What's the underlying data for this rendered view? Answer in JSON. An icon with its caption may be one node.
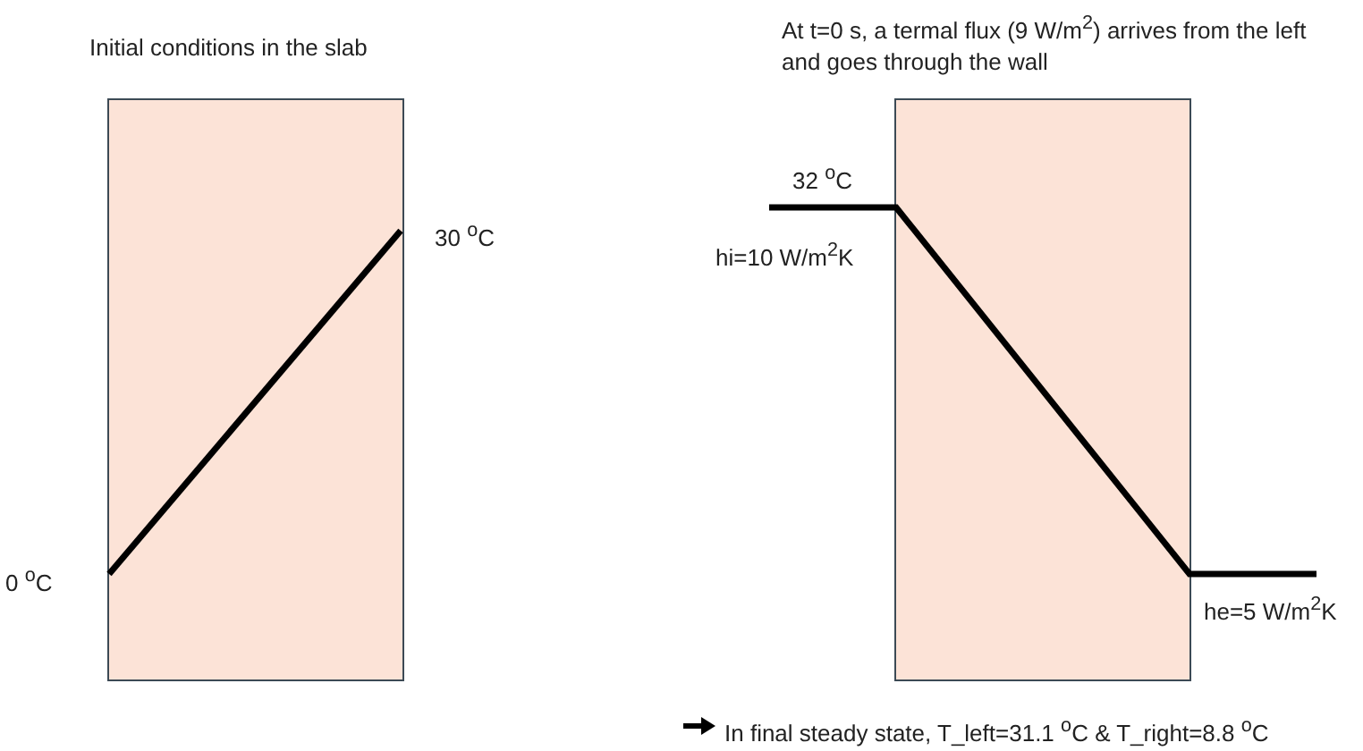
{
  "diagram": {
    "nodes": [
      {
        "text": [
          "Initial conditions in the slab"
        ],
        "beside": [
          "30 $^{o}$C",
          "0 $^{o}$C"
        ]
      },
      {
        "text": [
          "At t=0 s, a termal flux (9 W/m$^{2}$) arrives from the left and goes through the wall"
        ],
        "beside": [
          "32 $^{o}$C",
          "hi=10 W/m$^{2}$K",
          "he=5 W/m$^{2}$K"
        ]
      }
    ],
    "labels": [
      "In final steady state, T_left=31.1 $^{o}$C & T_right=8.8 $^{o}$C"
    ]
  }
}
